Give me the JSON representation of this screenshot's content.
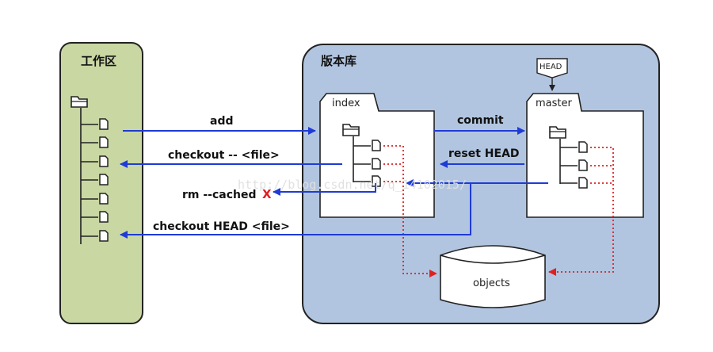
{
  "workspace": {
    "title": "工作区"
  },
  "repository": {
    "title": "版本库"
  },
  "index_box": {
    "label": "index"
  },
  "master_box": {
    "label": "master"
  },
  "head_tag": {
    "label": "HEAD"
  },
  "objects_store": {
    "label": "objects"
  },
  "arrows": {
    "add": "add",
    "checkout_file": "checkout -- <file>",
    "rm_cached": "rm --cached",
    "rm_cross": "X",
    "checkout_head": "checkout HEAD <file>",
    "commit": "commit",
    "reset_head": "reset HEAD"
  },
  "watermark": "http://blog.csdn.net/q_14102015/",
  "colors": {
    "workspace_fill": "#c9d7a3",
    "repository_fill": "#b2c5e0",
    "arrow_blue": "#1f3bd6",
    "dotted_red": "#e02020"
  }
}
